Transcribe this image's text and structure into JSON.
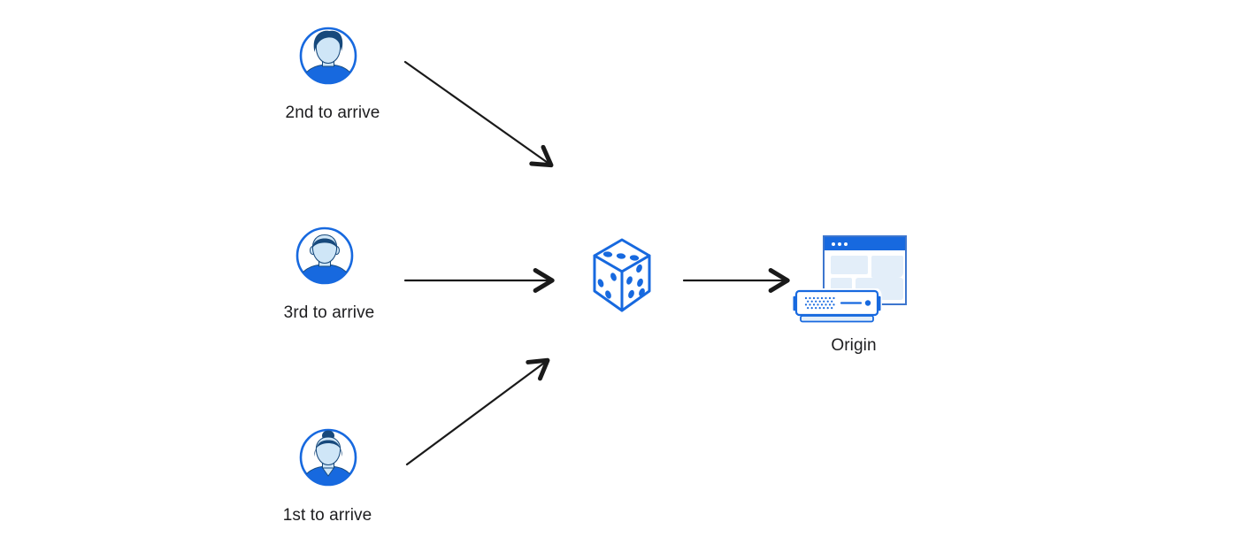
{
  "diagram": {
    "type": "flow",
    "nodes": {
      "clients": [
        {
          "id": "client-2nd",
          "label": "2nd to arrive",
          "icon": "male-avatar-icon"
        },
        {
          "id": "client-3rd",
          "label": "3rd to arrive",
          "icon": "male-avatar-icon"
        },
        {
          "id": "client-1st",
          "label": "1st to arrive",
          "icon": "female-avatar-icon"
        }
      ],
      "randomizer": {
        "id": "randomizer",
        "icon": "dice-icon"
      },
      "origin": {
        "id": "origin",
        "label": "Origin",
        "icon": "origin-server-window-icon"
      }
    },
    "edges": [
      {
        "from": "client-2nd",
        "to": "randomizer"
      },
      {
        "from": "client-3rd",
        "to": "randomizer"
      },
      {
        "from": "client-1st",
        "to": "randomizer"
      },
      {
        "from": "randomizer",
        "to": "origin"
      }
    ],
    "colors": {
      "accent_blue": "#1769DF",
      "dark_navy": "#17497C",
      "skin_light_blue": "#CFE6F7",
      "pale_blue_fill": "#E3EEF9",
      "window_border_blue": "#3D76CE",
      "arrow_black": "#1A1A1A",
      "label_text": "#1D1D1F",
      "background": "#FFFFFF"
    }
  }
}
